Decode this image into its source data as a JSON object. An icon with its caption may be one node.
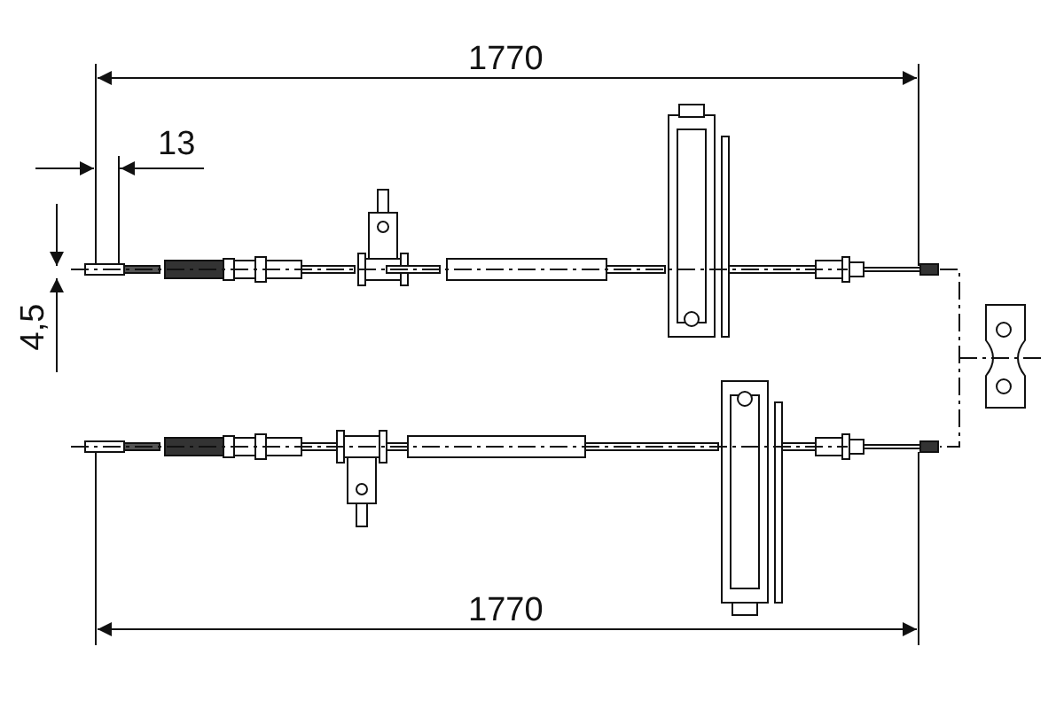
{
  "diagram": {
    "labels": [
      "1770",
      "13",
      "4,5",
      "1770"
    ]
  }
}
